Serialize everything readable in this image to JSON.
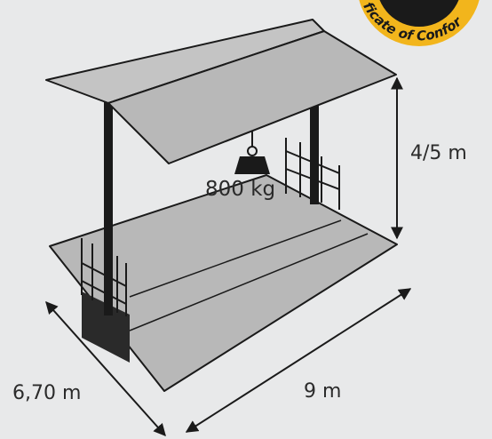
{
  "dimensions": {
    "height": "4/5 m",
    "depth": "6,70 m",
    "width": "9 m"
  },
  "load": {
    "label": "800 kg"
  },
  "badge": {
    "text": "ficate of Confor"
  },
  "colors": {
    "background": "#e8e9ea",
    "surface": "#b8b8b8",
    "outline": "#1a1a1a",
    "badge_yellow": "#f2b51c",
    "badge_dark": "#1a1a1a"
  }
}
